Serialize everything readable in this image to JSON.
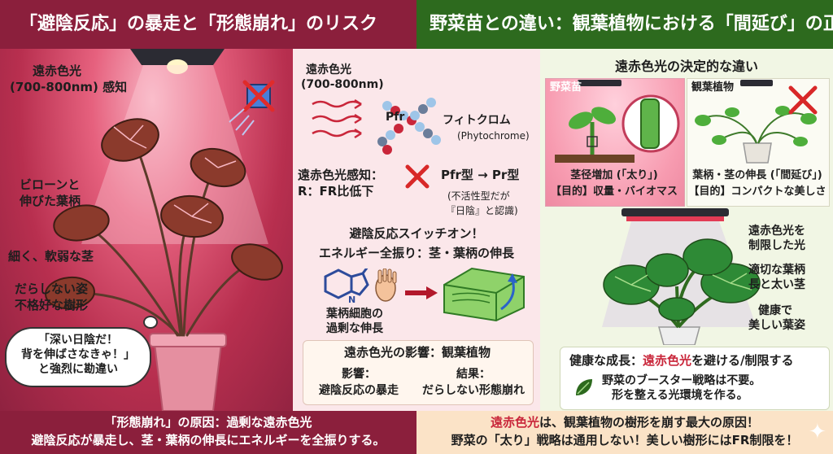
{
  "left_header": "「避陰反応」の暴走と「形態崩れ」のリスク",
  "right_header": "野菜苗との違い：観葉植物における「間延び」の正体",
  "left_panel": {
    "far_red_label_1": "遠赤色光",
    "far_red_label_2": "(700-800nm) 感知",
    "leggy_petiole_1": "ビローンと",
    "leggy_petiole_2": "伸びた葉柄",
    "weak_stem": "細く、軟弱な茎",
    "sloppy_1": "だらしない姿",
    "sloppy_2": "不格好な樹形",
    "thought_1": "「深い日陰だ！",
    "thought_2": "背を伸ばさなきゃ！」",
    "thought_3": "と強烈に勘違い"
  },
  "middle_panel": {
    "far_red_1": "遠赤色光",
    "far_red_2": "(700-800nm)",
    "pfr": "Pfr",
    "phytochrome": "フィトクロム",
    "phytochrome_en": "(Phytochrome)",
    "sensing_1": "遠赤色光感知：",
    "sensing_2": "R：FR比低下",
    "conversion": "Pfr型 → Pr型",
    "inactive_1": "(不活性型だが",
    "inactive_2": "『日陰』と認識)",
    "switch_on": "避陰反応スイッチオン！",
    "energy": "エネルギー全振り：茎・葉柄の伸長",
    "cell_1": "葉柄細胞の",
    "cell_2": "過剰な伸長",
    "influence_title": "遠赤色光の影響：観葉植物",
    "influence_label": "影響：",
    "influence_value": "避陰反応の暴走",
    "result_label": "結果：",
    "result_value": "だらしない形態崩れ",
    "n_label": "N"
  },
  "right_panel": {
    "title": "遠赤色光の決定的な違い",
    "veg_label": "野菜苗",
    "foliage_label": "観葉植物",
    "veg_caption_1": "茎径増加 (「太り」)",
    "veg_caption_2": "【目的】収量・バイオマス",
    "foliage_caption_1": "葉柄・茎の伸長 (「間延び」)",
    "foliage_caption_2": "【目的】コンパクトな美しさ",
    "limited_1": "遠赤色光を",
    "limited_2": "制限した光",
    "proper_1": "適切な葉柄",
    "proper_2": "長と太い茎",
    "healthy_1": "健康で",
    "healthy_2": "美しい葉姿",
    "growth_prefix": "健康な成長：",
    "growth_highlight": "遠赤色光",
    "growth_suffix": "を避ける/制限する",
    "booster_1": "野菜のブースター戦略は不要。",
    "booster_2": "形を整える光環境を作る。"
  },
  "footer_left": {
    "line1": "「形態崩れ」の原因：過剰な遠赤色光",
    "line2": "避陰反応が暴走し、茎・葉柄の伸長にエネルギーを全振りする。"
  },
  "footer_right": {
    "line1_highlight": "遠赤色光",
    "line1_rest": "は、観葉植物の樹形を崩す最大の原因！",
    "line2": "野菜の「太り」戦略は通用しない！美しい樹形にはFR制限を！"
  },
  "colors": {
    "maroon": "#8b1f3c",
    "green": "#2d6a1e",
    "far_red": "#c9263a",
    "cream": "#fbf0dc"
  }
}
